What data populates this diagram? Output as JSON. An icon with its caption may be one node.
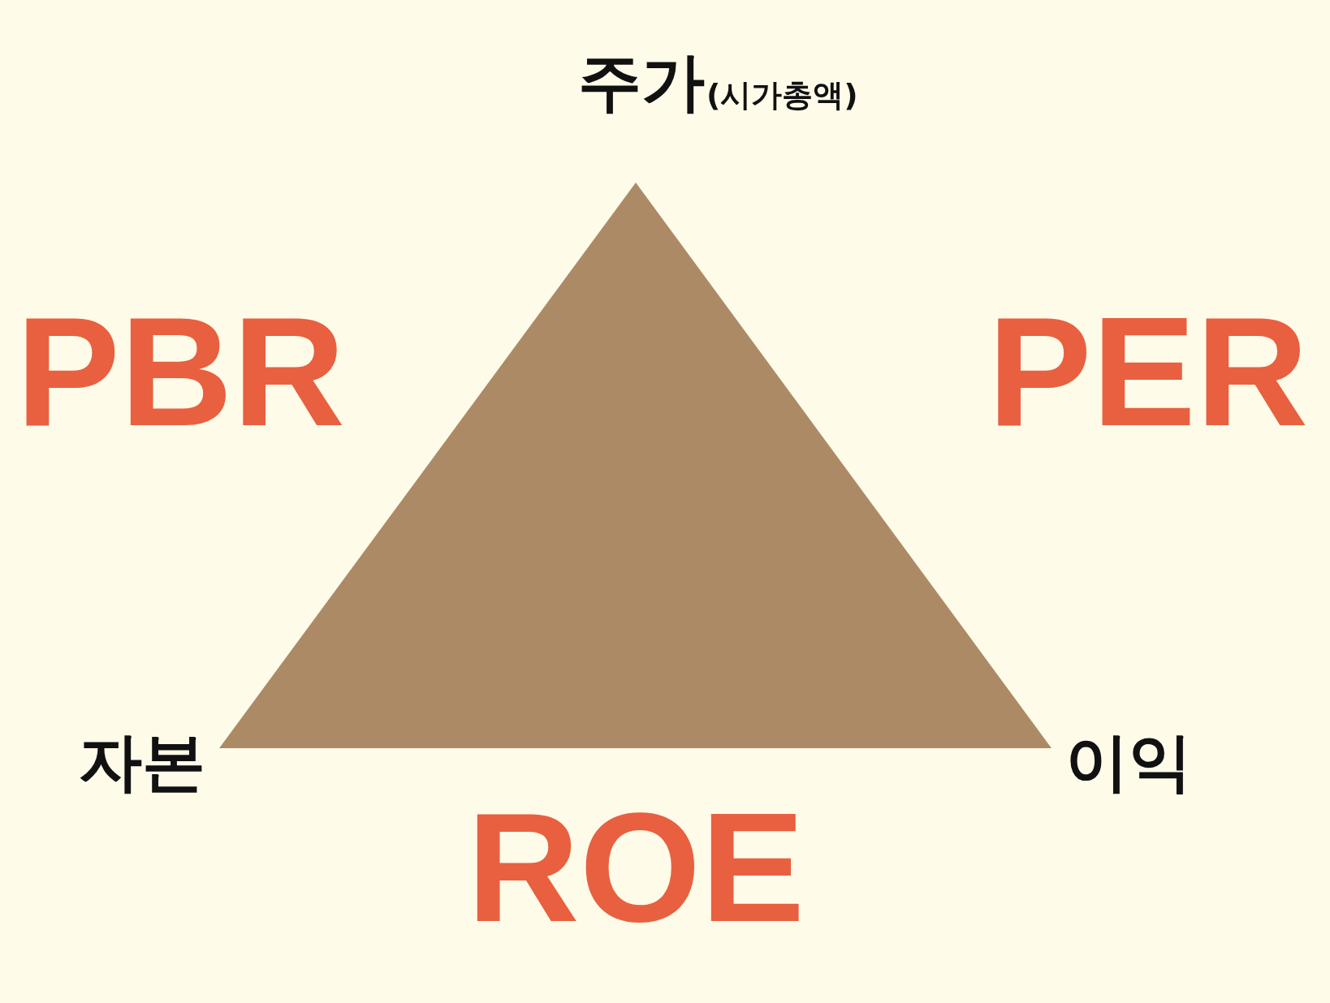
{
  "diagram": {
    "labels": [
      "주가",
      "(시가총액)",
      "PBR",
      "PER",
      "자본",
      "이익",
      "ROE"
    ]
  }
}
